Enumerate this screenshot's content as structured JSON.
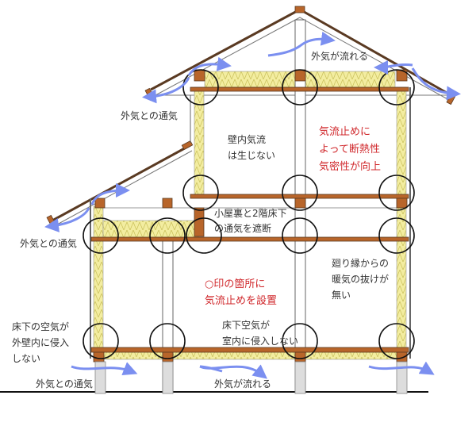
{
  "labels": {
    "attic_air_flows": "外気が流れる",
    "upper_ventilation": "外気との通気",
    "no_wall_airflow": [
      "壁内気流",
      "は生じない"
    ],
    "improvement": [
      "気流止めに",
      "よって断熱性",
      "気密性が向上"
    ],
    "block_attic": [
      "小屋裏と2階床下",
      "の通気を遮断"
    ],
    "mid_ventilation": "外気との通気",
    "no_warm_leak": [
      "廻り縁からの",
      "暖気の抜けが",
      "無い"
    ],
    "install_note": [
      "○印の箇所に",
      "気流止めを設置"
    ],
    "no_wall_intrusion": [
      "床下の空気が",
      "外壁内に侵入",
      "しない"
    ],
    "no_room_intrusion": [
      "床下空気が",
      "室内に侵入しない"
    ],
    "ground_ventilation": "外気との通気",
    "underfloor_air_flows": "外気が流れる"
  },
  "colors": {
    "emphasis": "#d0282c",
    "insulation": "#f3eda0",
    "wood": "#b8652a",
    "airflow": "#7b8ff0"
  }
}
